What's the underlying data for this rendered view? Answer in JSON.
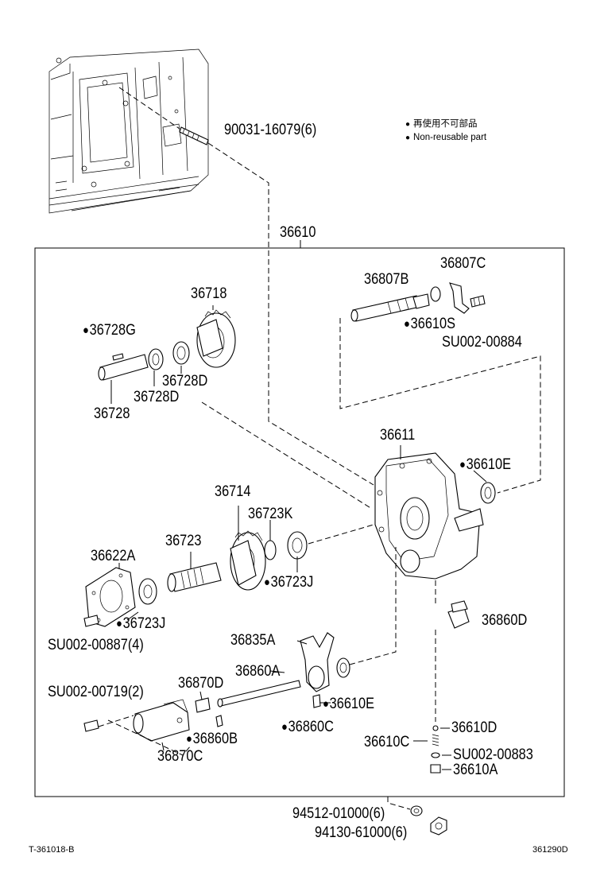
{
  "legend": {
    "jp": "再使用不可部品",
    "en": "Non-reusable part"
  },
  "labels": {
    "p90031": "90031-16079(6)",
    "p36610": "36610",
    "p36807C": "36807C",
    "p36807B": "36807B",
    "p36610S": "36610S",
    "pSU00884": "SU002-00884",
    "p36718": "36718",
    "p36728G": "36728G",
    "p36728D_a": "36728D",
    "p36728D_b": "36728D",
    "p36728": "36728",
    "p36611": "36611",
    "p36610E_a": "36610E",
    "p36714": "36714",
    "p36723K": "36723K",
    "p36723": "36723",
    "p36622A": "36622A",
    "p36723J_a": "36723J",
    "p36723J_b": "36723J",
    "pSU00887": "SU002-00887(4)",
    "p36860D": "36860D",
    "p36835A": "36835A",
    "p36860A": "36860A",
    "p36870D": "36870D",
    "pSU00719": "SU002-00719(2)",
    "p36610E_b": "36610E",
    "p36860C": "36860C",
    "p36860B": "36860B",
    "p36870C": "36870C",
    "p36610C": "36610C",
    "p36610D": "36610D",
    "pSU00883": "SU002-00883",
    "p36610A": "36610A",
    "p94512": "94512-01000(6)",
    "p94130": "94130-61000(6)"
  },
  "footer": {
    "left_code": "T-361018-B",
    "right_code": "361290D"
  }
}
